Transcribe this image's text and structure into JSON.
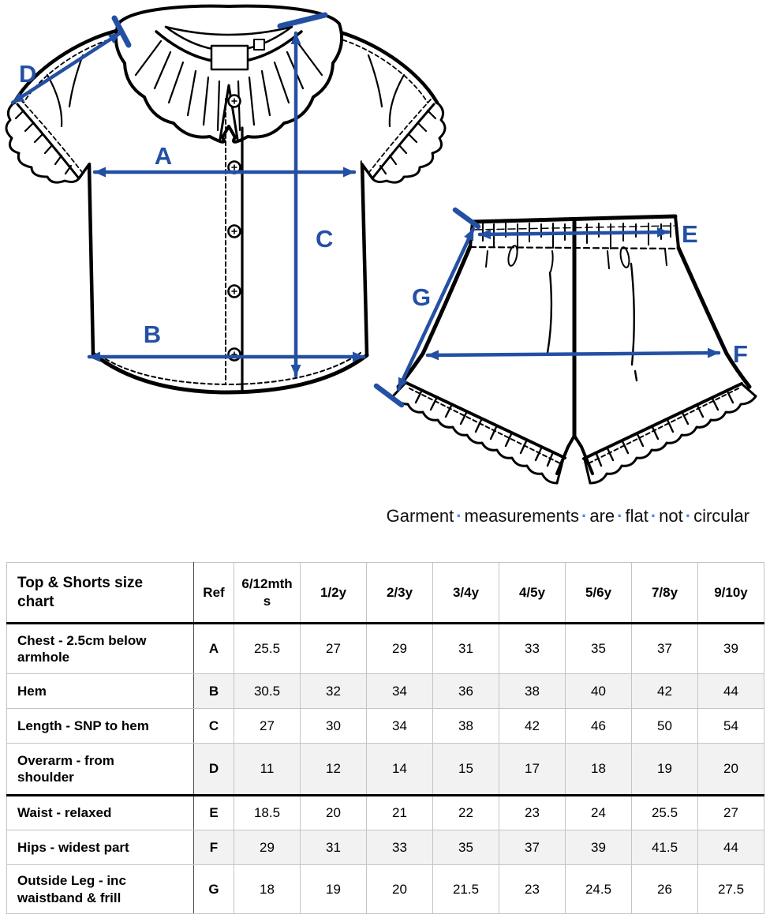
{
  "diagram": {
    "labels": {
      "A": "A",
      "B": "B",
      "C": "C",
      "D": "D",
      "E": "E",
      "F": "F",
      "G": "G"
    }
  },
  "caption": {
    "words": [
      "Garment",
      "measurements",
      "are",
      "flat",
      "not",
      "circular"
    ],
    "separator": "·"
  },
  "table": {
    "header": {
      "title": "Top & Shorts size\nchart",
      "ref": "Ref",
      "sizes": [
        "6/12mth\ns",
        "1/2y",
        "2/3y",
        "3/4y",
        "4/5y",
        "5/6y",
        "7/8y",
        "9/10y"
      ]
    },
    "rows": [
      {
        "label": "Chest - 2.5cm below\narmhole",
        "ref": "A",
        "values": [
          "25.5",
          "27",
          "29",
          "31",
          "33",
          "35",
          "37",
          "39"
        ]
      },
      {
        "label": "Hem",
        "ref": "B",
        "values": [
          "30.5",
          "32",
          "34",
          "36",
          "38",
          "40",
          "42",
          "44"
        ]
      },
      {
        "label": "Length - SNP to hem",
        "ref": "C",
        "values": [
          "27",
          "30",
          "34",
          "38",
          "42",
          "46",
          "50",
          "54"
        ]
      },
      {
        "label": "Overarm - from\nshoulder",
        "ref": "D",
        "values": [
          "11",
          "12",
          "14",
          "15",
          "17",
          "18",
          "19",
          "20"
        ]
      },
      {
        "label": "Waist - relaxed",
        "ref": "E",
        "values": [
          "18.5",
          "20",
          "21",
          "22",
          "23",
          "24",
          "25.5",
          "27"
        ]
      },
      {
        "label": "Hips - widest part",
        "ref": "F",
        "values": [
          "29",
          "31",
          "33",
          "35",
          "37",
          "39",
          "41.5",
          "44"
        ]
      },
      {
        "label": "Outside Leg - inc\nwaistband & frill",
        "ref": "G",
        "values": [
          "18",
          "19",
          "20",
          "21.5",
          "23",
          "24.5",
          "26",
          "27.5"
        ]
      }
    ]
  },
  "colors": {
    "measurement_arrow_blue": "#2450a4",
    "caption_dot_blue": "#4285f4",
    "row_stripe_gray": "#f2f2f2"
  }
}
